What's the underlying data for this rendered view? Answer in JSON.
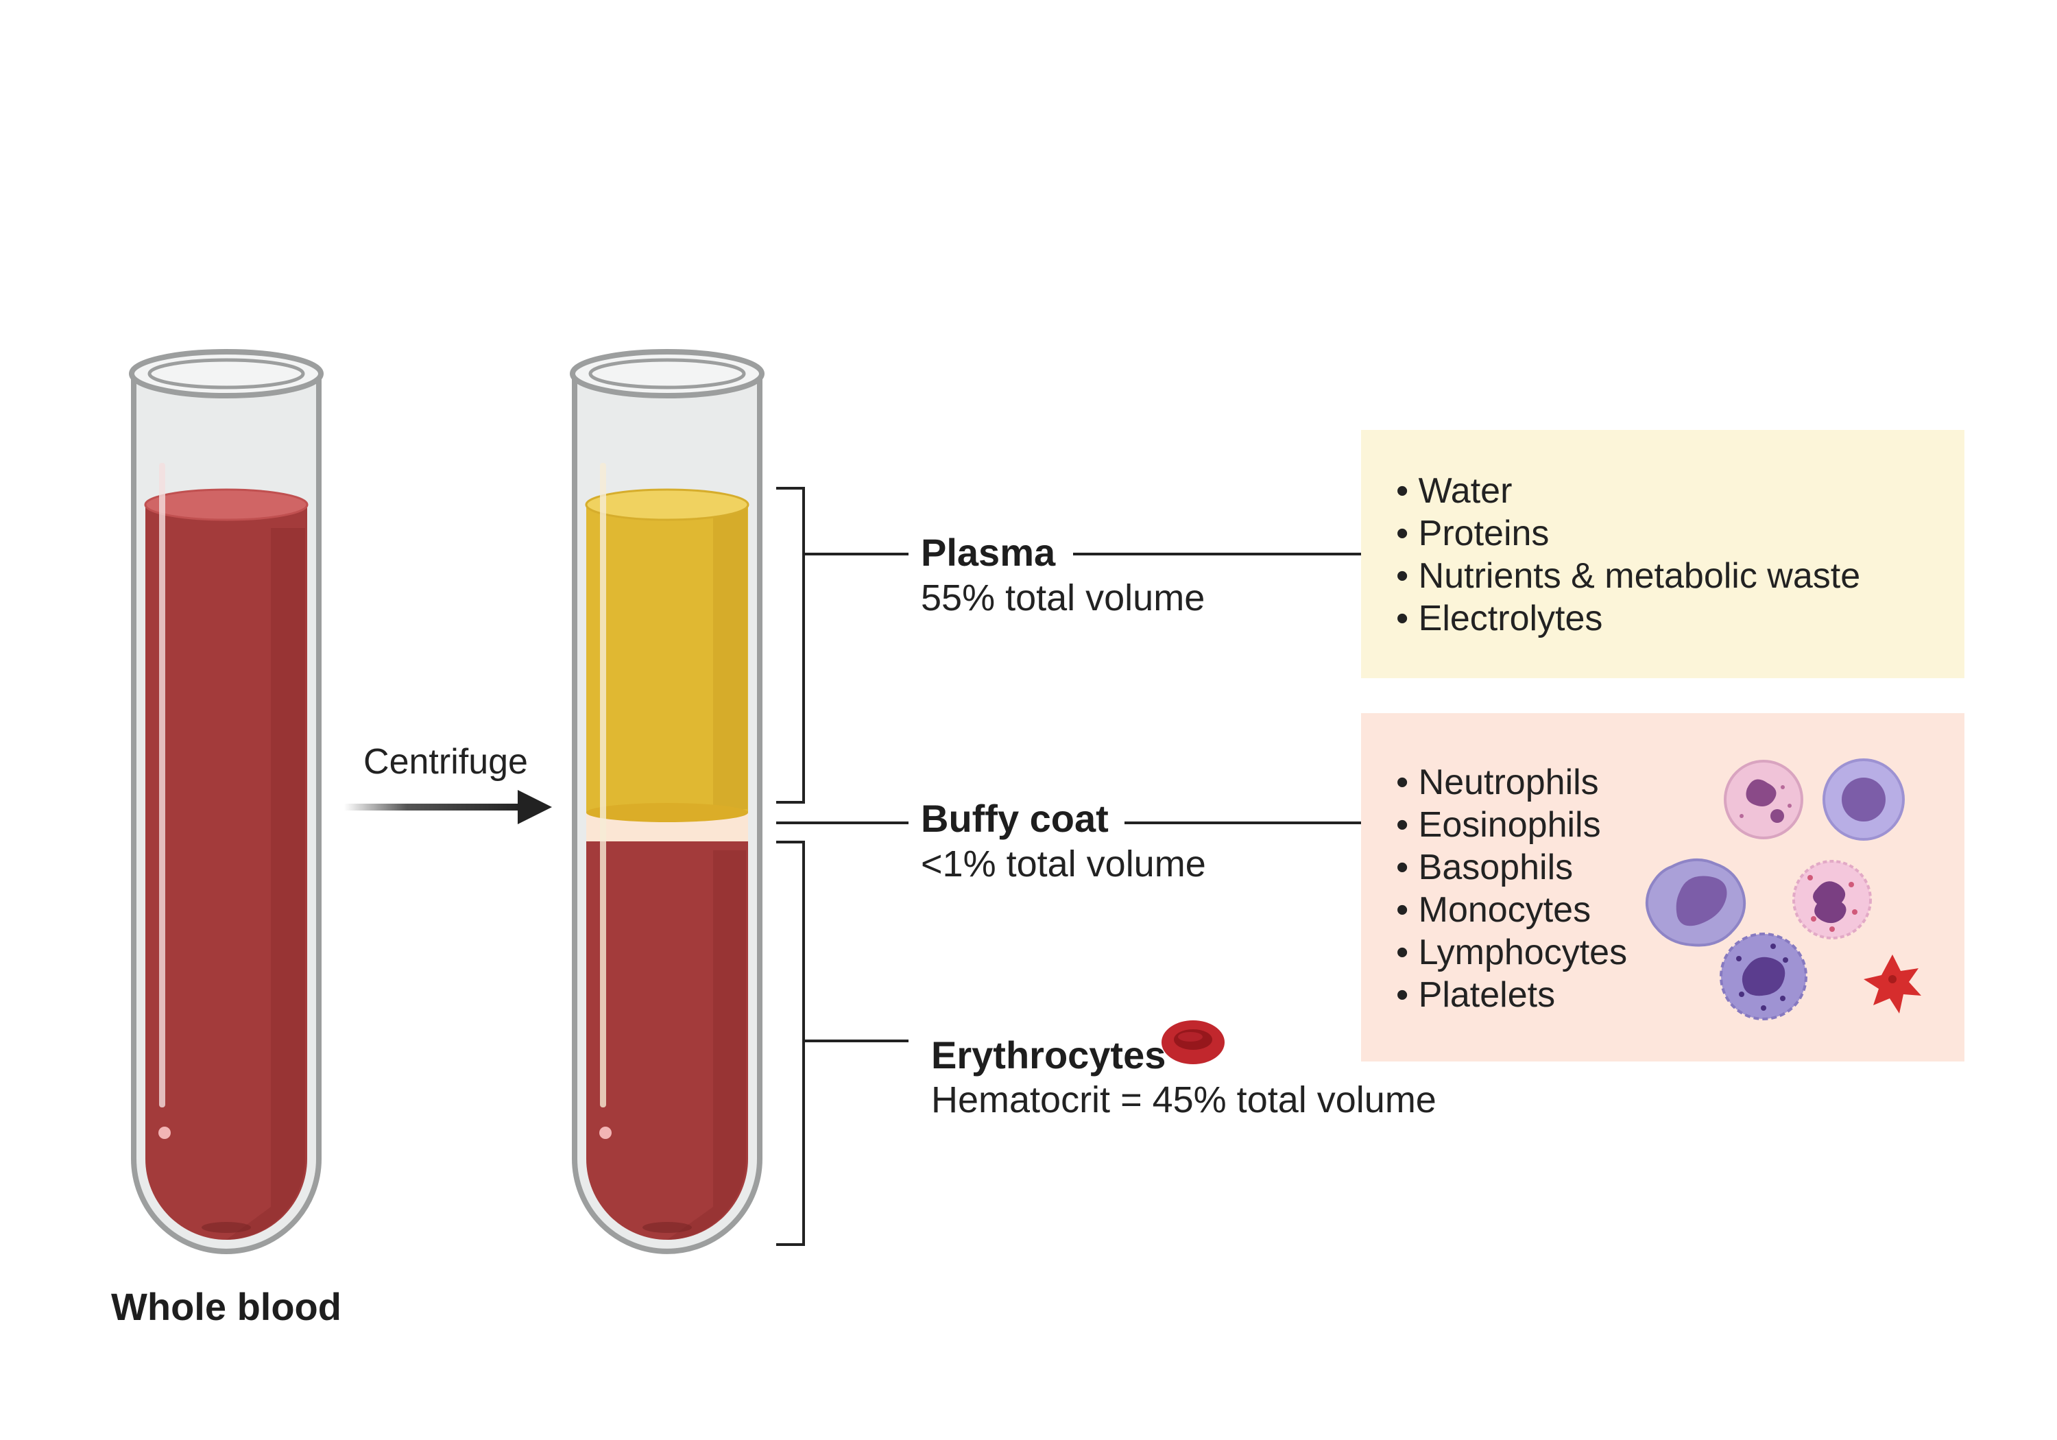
{
  "whole_blood_label": "Whole blood",
  "centrifuge_label": "Centrifuge",
  "layers": {
    "plasma": {
      "name": "Plasma",
      "volume": "55% total volume",
      "components": [
        "• Water",
        "• Proteins",
        "• Nutrients & metabolic waste",
        "• Electrolytes"
      ]
    },
    "buffy_coat": {
      "name": "Buffy coat",
      "volume": "<1% total volume",
      "components": [
        "• Neutrophils",
        "• Eosinophils",
        "• Basophils",
        "• Monocytes",
        "• Lymphocytes",
        "• Platelets"
      ]
    },
    "erythrocytes": {
      "name": "Erythrocytes",
      "volume": "Hematocrit = 45% total volume"
    }
  },
  "colors": {
    "blood": "#a33b3b",
    "plasma": "#e0b832",
    "buffy_coat": "#fbe6d4",
    "plasma_box": "#fcf5d9",
    "buffy_box": "#fde6dc"
  },
  "icons": [
    "test-tube-icon",
    "arrow-right-icon",
    "red-blood-cell-icon",
    "neutrophil-icon",
    "lymphocyte-icon",
    "monocyte-icon",
    "eosinophil-icon",
    "basophil-icon",
    "platelet-icon"
  ]
}
